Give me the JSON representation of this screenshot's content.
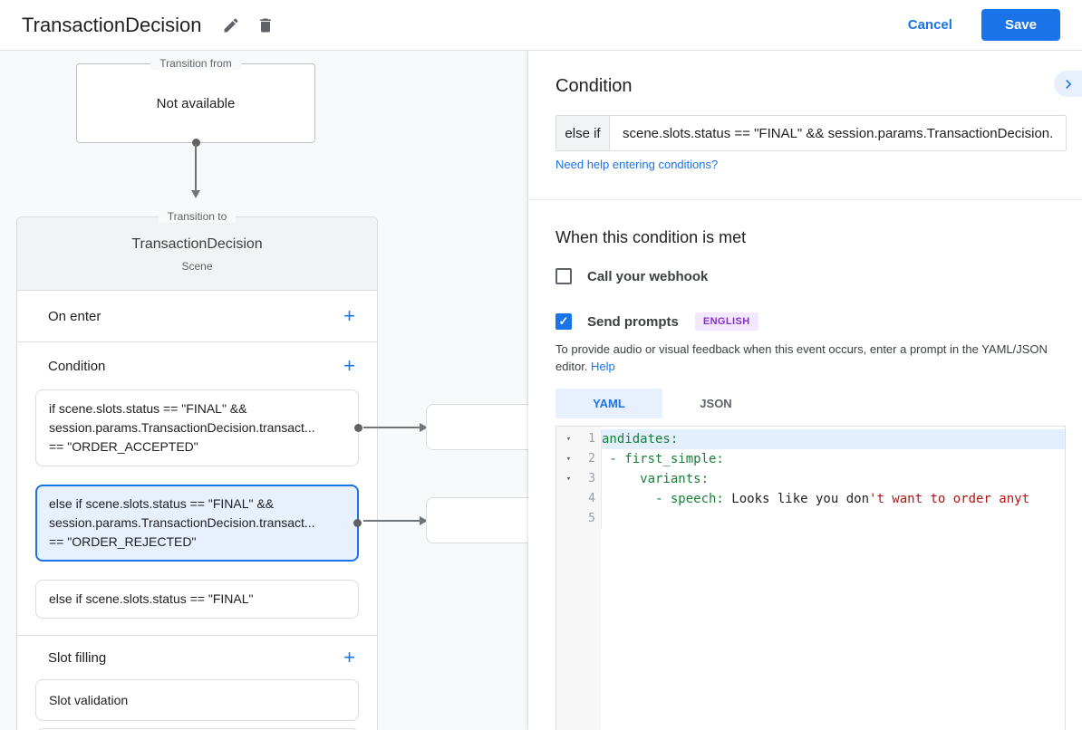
{
  "header": {
    "title": "TransactionDecision",
    "cancel_label": "Cancel",
    "save_label": "Save"
  },
  "canvas": {
    "transition_from": {
      "legend": "Transition from",
      "content": "Not available"
    },
    "scene": {
      "legend": "Transition to",
      "title": "TransactionDecision",
      "subtitle": "Scene",
      "on_enter_label": "On enter",
      "condition_label": "Condition",
      "slot_filling_label": "Slot filling",
      "add_label": "+",
      "condition_cards": [
        {
          "text": "if scene.slots.status == \"FINAL\" &&\nsession.params.TransactionDecision.transact...\n== \"ORDER_ACCEPTED\"",
          "selected": false,
          "connector": true
        },
        {
          "text": "else if scene.slots.status == \"FINAL\" &&\nsession.params.TransactionDecision.transact...\n== \"ORDER_REJECTED\"",
          "selected": true,
          "connector": true
        },
        {
          "text": "else if scene.slots.status == \"FINAL\"",
          "selected": false,
          "connector": false
        }
      ],
      "slot_cards": [
        {
          "text": "Slot validation"
        }
      ]
    }
  },
  "panel": {
    "title": "Condition",
    "condition_prefix": "else if",
    "condition_value": "scene.slots.status == \"FINAL\" && session.params.TransactionDecision.",
    "help_link": "Need help entering conditions?",
    "when_title": "When this condition is met",
    "webhook_label": "Call your webhook",
    "send_prompts_label": "Send prompts",
    "language_badge": "ENGLISH",
    "description": "To provide audio or visual feedback when this event occurs, enter a prompt in the YAML/JSON editor.",
    "help_label": "Help",
    "tabs": [
      {
        "label": "YAML",
        "active": true
      },
      {
        "label": "JSON",
        "active": false
      }
    ],
    "editor_lines": [
      {
        "num": "1",
        "fold": true,
        "active": true,
        "tokens": [
          {
            "text": "andidates:",
            "type": "key"
          }
        ]
      },
      {
        "num": "2",
        "fold": true,
        "active": false,
        "tokens": [
          {
            "text": " - first_simple:",
            "type": "key"
          }
        ]
      },
      {
        "num": "3",
        "fold": true,
        "active": false,
        "tokens": [
          {
            "text": "     variants:",
            "type": "key"
          }
        ]
      },
      {
        "num": "4",
        "fold": false,
        "active": false,
        "tokens": [
          {
            "text": "       - speech:",
            "type": "key"
          },
          {
            "text": " Looks like you don",
            "type": "plain"
          },
          {
            "text": "'t want to order anyt",
            "type": "string"
          }
        ]
      },
      {
        "num": "5",
        "fold": false,
        "active": false,
        "tokens": []
      }
    ]
  },
  "colors": {
    "accent": "#1a73e8",
    "selected_bg": "#e8f0fe",
    "canvas_bg": "#f8f9fa",
    "code_key": "#188038",
    "code_string": "#b31412",
    "badge_bg": "#f3e8fd",
    "badge_text": "#8430ce"
  }
}
